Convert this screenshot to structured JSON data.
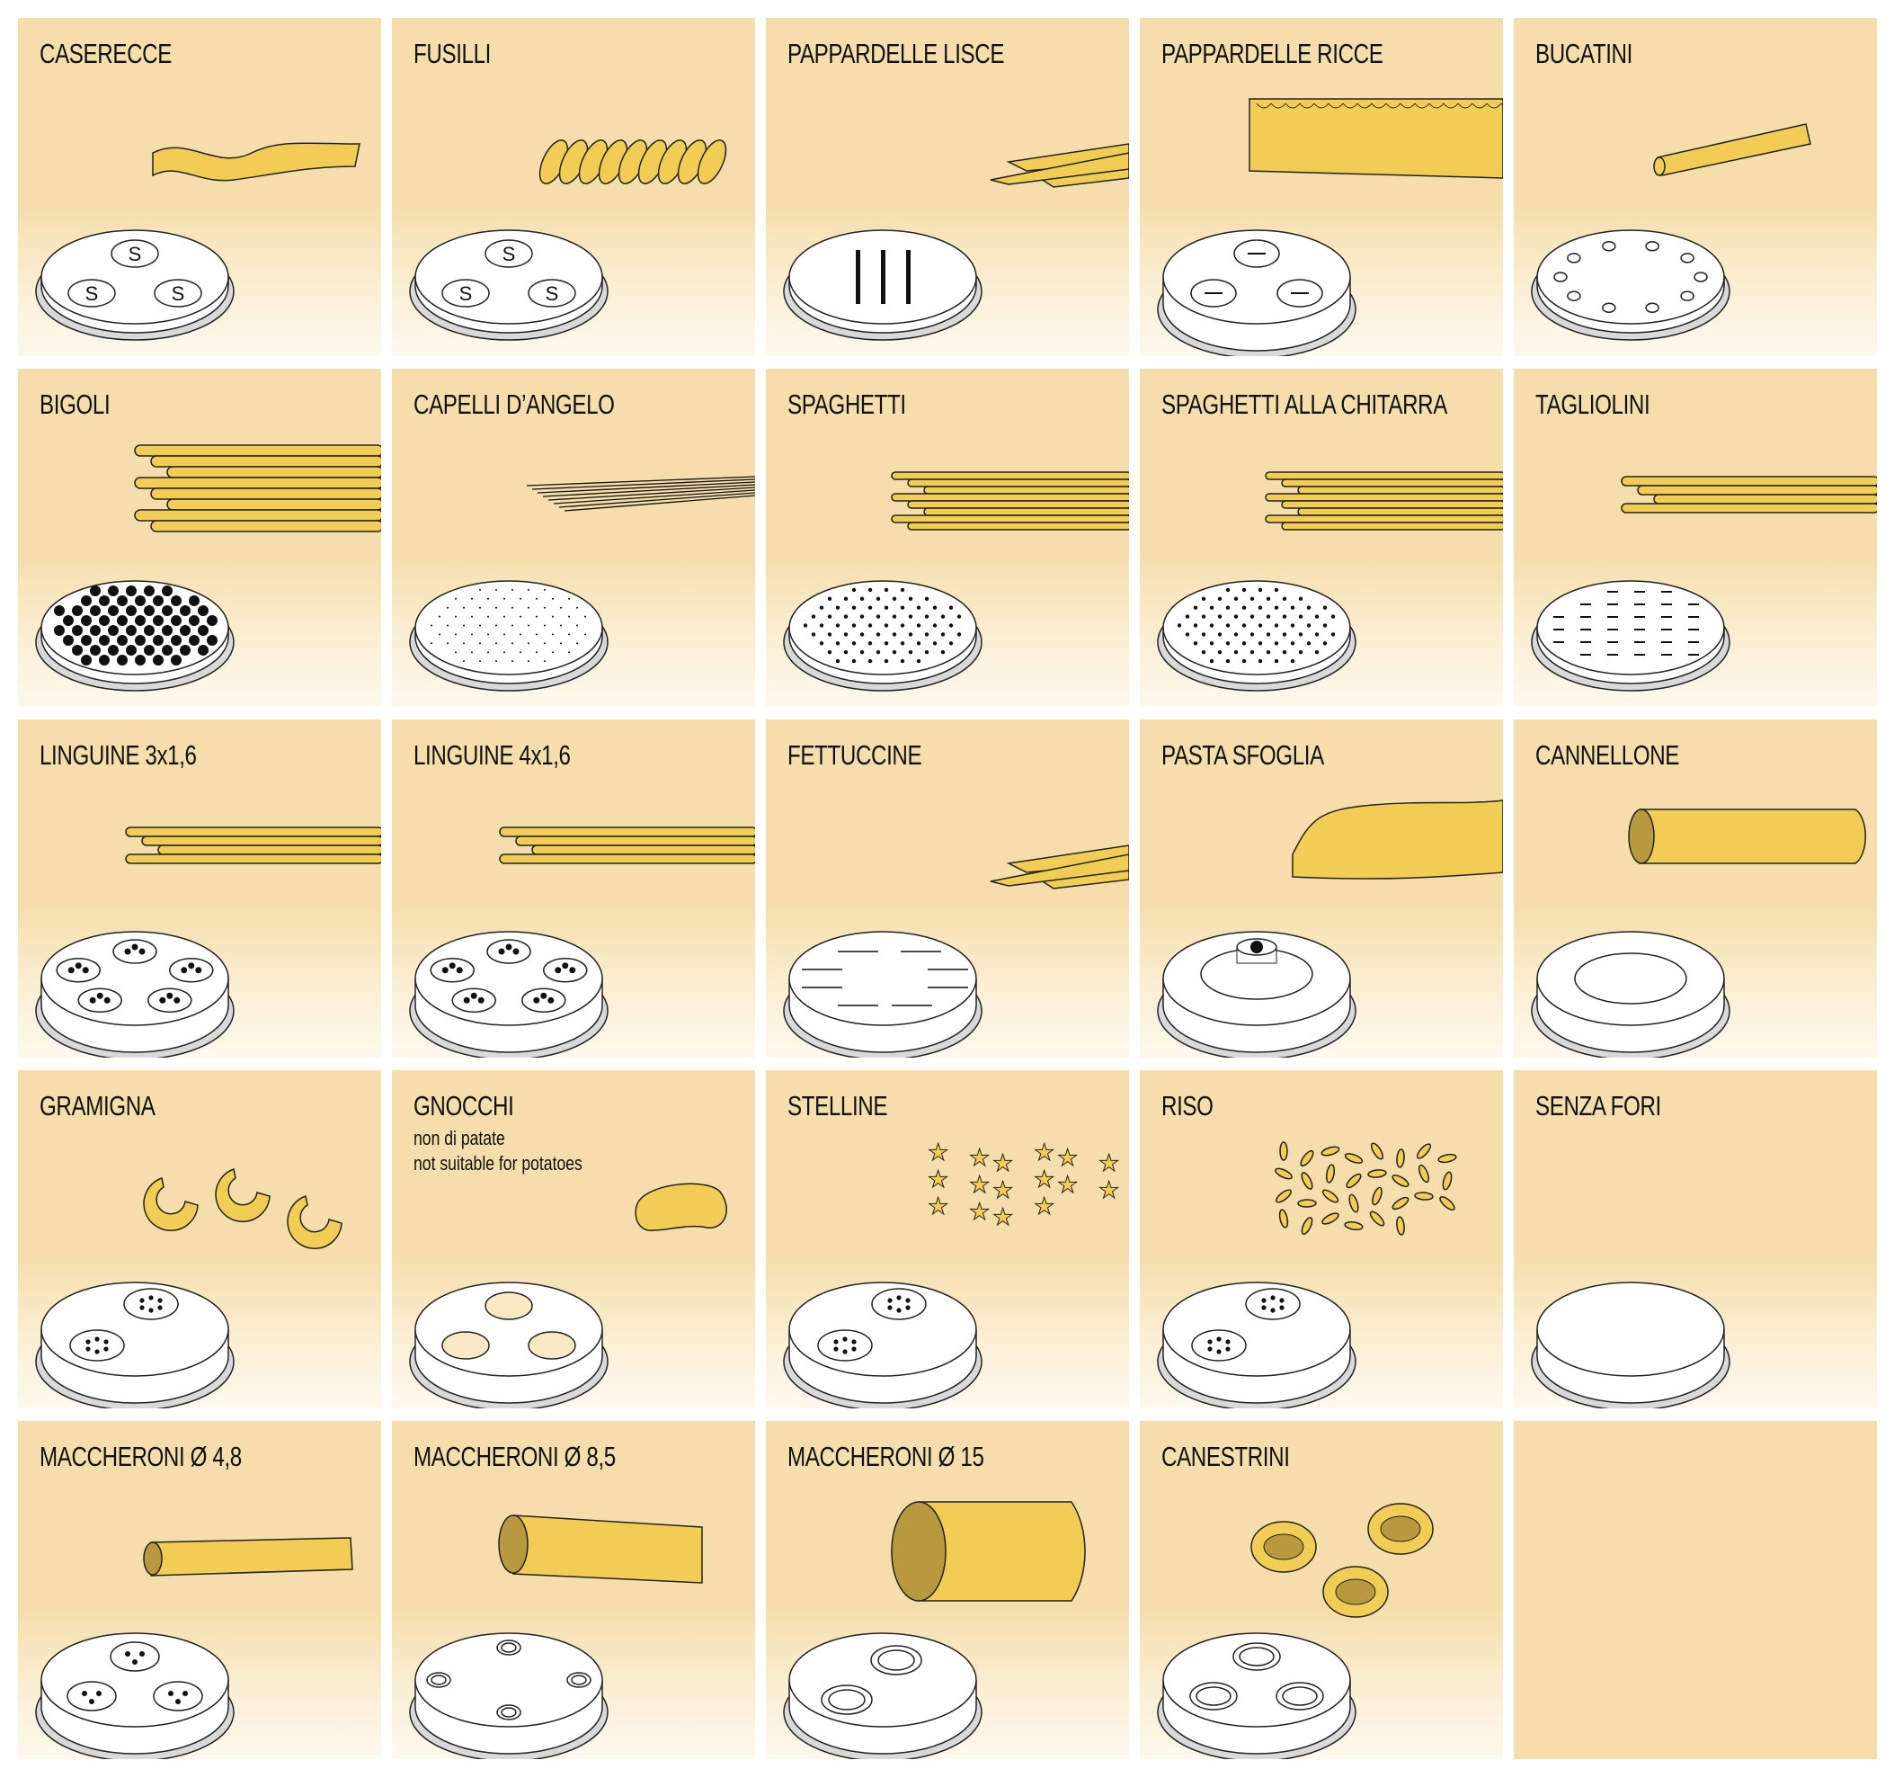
{
  "colors": {
    "panel": "#f5deab",
    "pasta": "#f1cd55",
    "outline": "#222222",
    "die": "#ffffff",
    "rim": "#d9d9d9"
  },
  "cells": [
    {
      "title": "CASERECCE",
      "pasta": "twist",
      "die": "symbols3"
    },
    {
      "title": "FUSILLI",
      "pasta": "spiral",
      "die": "symbols3"
    },
    {
      "title": "PAPPARDELLE  LISCE",
      "pasta": "ribbons",
      "die": "slots3"
    },
    {
      "title": "PAPPARDELLE  RICCE",
      "pasta": "ruffled",
      "die": "inserts3"
    },
    {
      "title": "BUCATINI",
      "pasta": "small-tube",
      "die": "ring-holes"
    },
    {
      "title": "BIGOLI",
      "pasta": "strands-thick",
      "die": "dots-big"
    },
    {
      "title": "CAPELLI D’ANGELO",
      "pasta": "strands-thin",
      "die": "dots-tiny"
    },
    {
      "title": "SPAGHETTI",
      "pasta": "strands",
      "die": "dots-small"
    },
    {
      "title": "SPAGHETTI ALLA CHITARRA",
      "pasta": "strands",
      "die": "dots-small"
    },
    {
      "title": "TAGLIOLINI",
      "pasta": "flat-strands",
      "die": "dashes"
    },
    {
      "title": "LINGUINE 3x1,6",
      "pasta": "flat-strands",
      "die": "groups5"
    },
    {
      "title": "LINGUINE 4x1,6",
      "pasta": "flat-strands",
      "die": "groups5"
    },
    {
      "title": "FETTUCCINE",
      "pasta": "ribbons",
      "die": "lines"
    },
    {
      "title": "PASTA SFOGLIA",
      "pasta": "sheet",
      "die": "boss"
    },
    {
      "title": "CANNELLONE",
      "pasta": "big-tube",
      "die": "ring"
    },
    {
      "title": "GRAMIGNA",
      "pasta": "curls",
      "die": "groups2"
    },
    {
      "title": "GNOCCHI",
      "subtitle": [
        "non di patate",
        "not suitable for potatoes"
      ],
      "pasta": "gnocco",
      "die": "big-holes3"
    },
    {
      "title": "STELLINE",
      "pasta": "stars",
      "die": "groups2"
    },
    {
      "title": "RISO",
      "pasta": "rice",
      "die": "groups2"
    },
    {
      "title": "SENZA FORI",
      "pasta": "none",
      "die": "plain"
    },
    {
      "title": "MACCHERONI  Ø 4,8",
      "pasta": "macaroni",
      "die": "groups3"
    },
    {
      "title": "MACCHERONI  Ø 8,5",
      "pasta": "macaroni-big",
      "die": "serrated4"
    },
    {
      "title": "MACCHERONI  Ø 15",
      "pasta": "macaroni-huge",
      "die": "serrated2"
    },
    {
      "title": "CANESTRINI",
      "pasta": "canestrini",
      "die": "serrated3"
    },
    {
      "title": "",
      "pasta": "none",
      "die": "none"
    }
  ]
}
